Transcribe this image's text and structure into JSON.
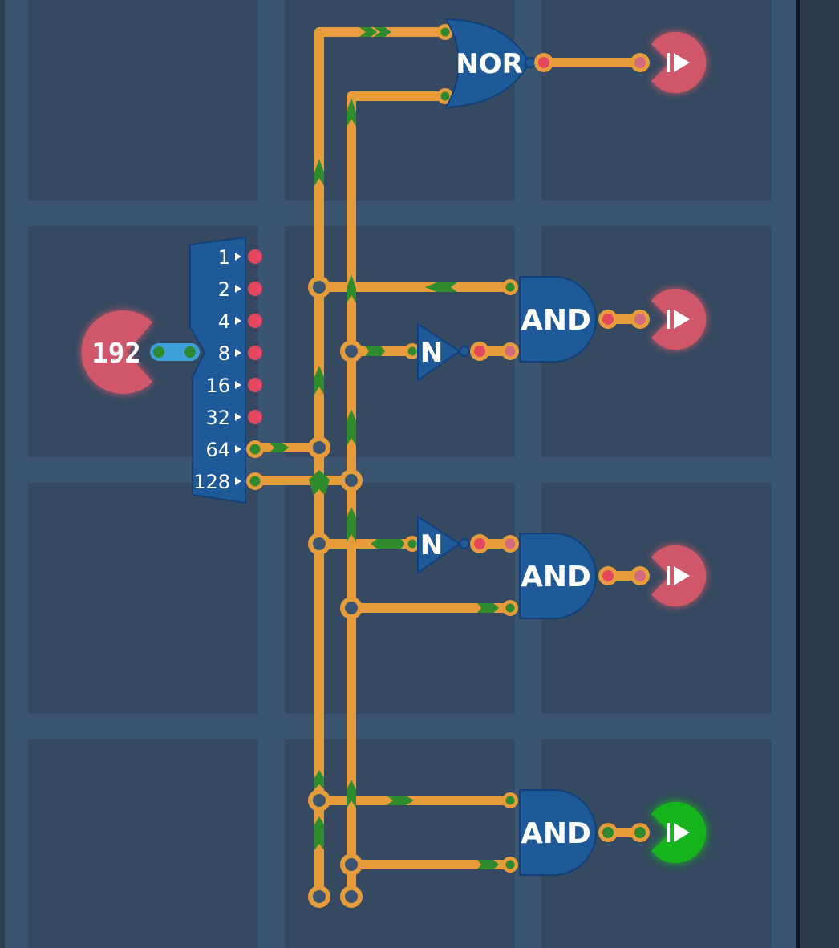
{
  "colors": {
    "background": "#2c3a4c",
    "grid_cell": "#354960",
    "grid_line": "#3b5470",
    "wire": "#e79c3c",
    "wire_signal": "#2e8b2e",
    "gate_fill": "#1f5a98",
    "gate_stroke": "#13407a",
    "pin_low": "#e3475f",
    "pin_high": "#2f8a2f",
    "io_off": "#d0566a",
    "io_on": "#19b41f",
    "input_pin": "#3fa0d8"
  },
  "input": {
    "value": "192"
  },
  "splitter": {
    "bits": [
      "1",
      "2",
      "4",
      "8",
      "16",
      "32",
      "64",
      "128"
    ],
    "active_bits": [
      "64",
      "128"
    ]
  },
  "gates": [
    {
      "id": "nor-gate",
      "type": "nor",
      "label": "NOR"
    },
    {
      "id": "and-gate-1",
      "type": "and",
      "label": "AND"
    },
    {
      "id": "and-gate-2",
      "type": "and",
      "label": "AND"
    },
    {
      "id": "and-gate-3",
      "type": "and",
      "label": "AND"
    }
  ],
  "not_gates": [
    {
      "id": "not-gate-1",
      "label": "N"
    },
    {
      "id": "not-gate-2",
      "label": "N"
    }
  ],
  "outputs": [
    {
      "id": "output-1",
      "state": "off",
      "icon": "play-icon"
    },
    {
      "id": "output-2",
      "state": "off",
      "icon": "play-icon"
    },
    {
      "id": "output-3",
      "state": "off",
      "icon": "play-icon"
    },
    {
      "id": "output-4",
      "state": "on",
      "icon": "play-icon"
    }
  ]
}
